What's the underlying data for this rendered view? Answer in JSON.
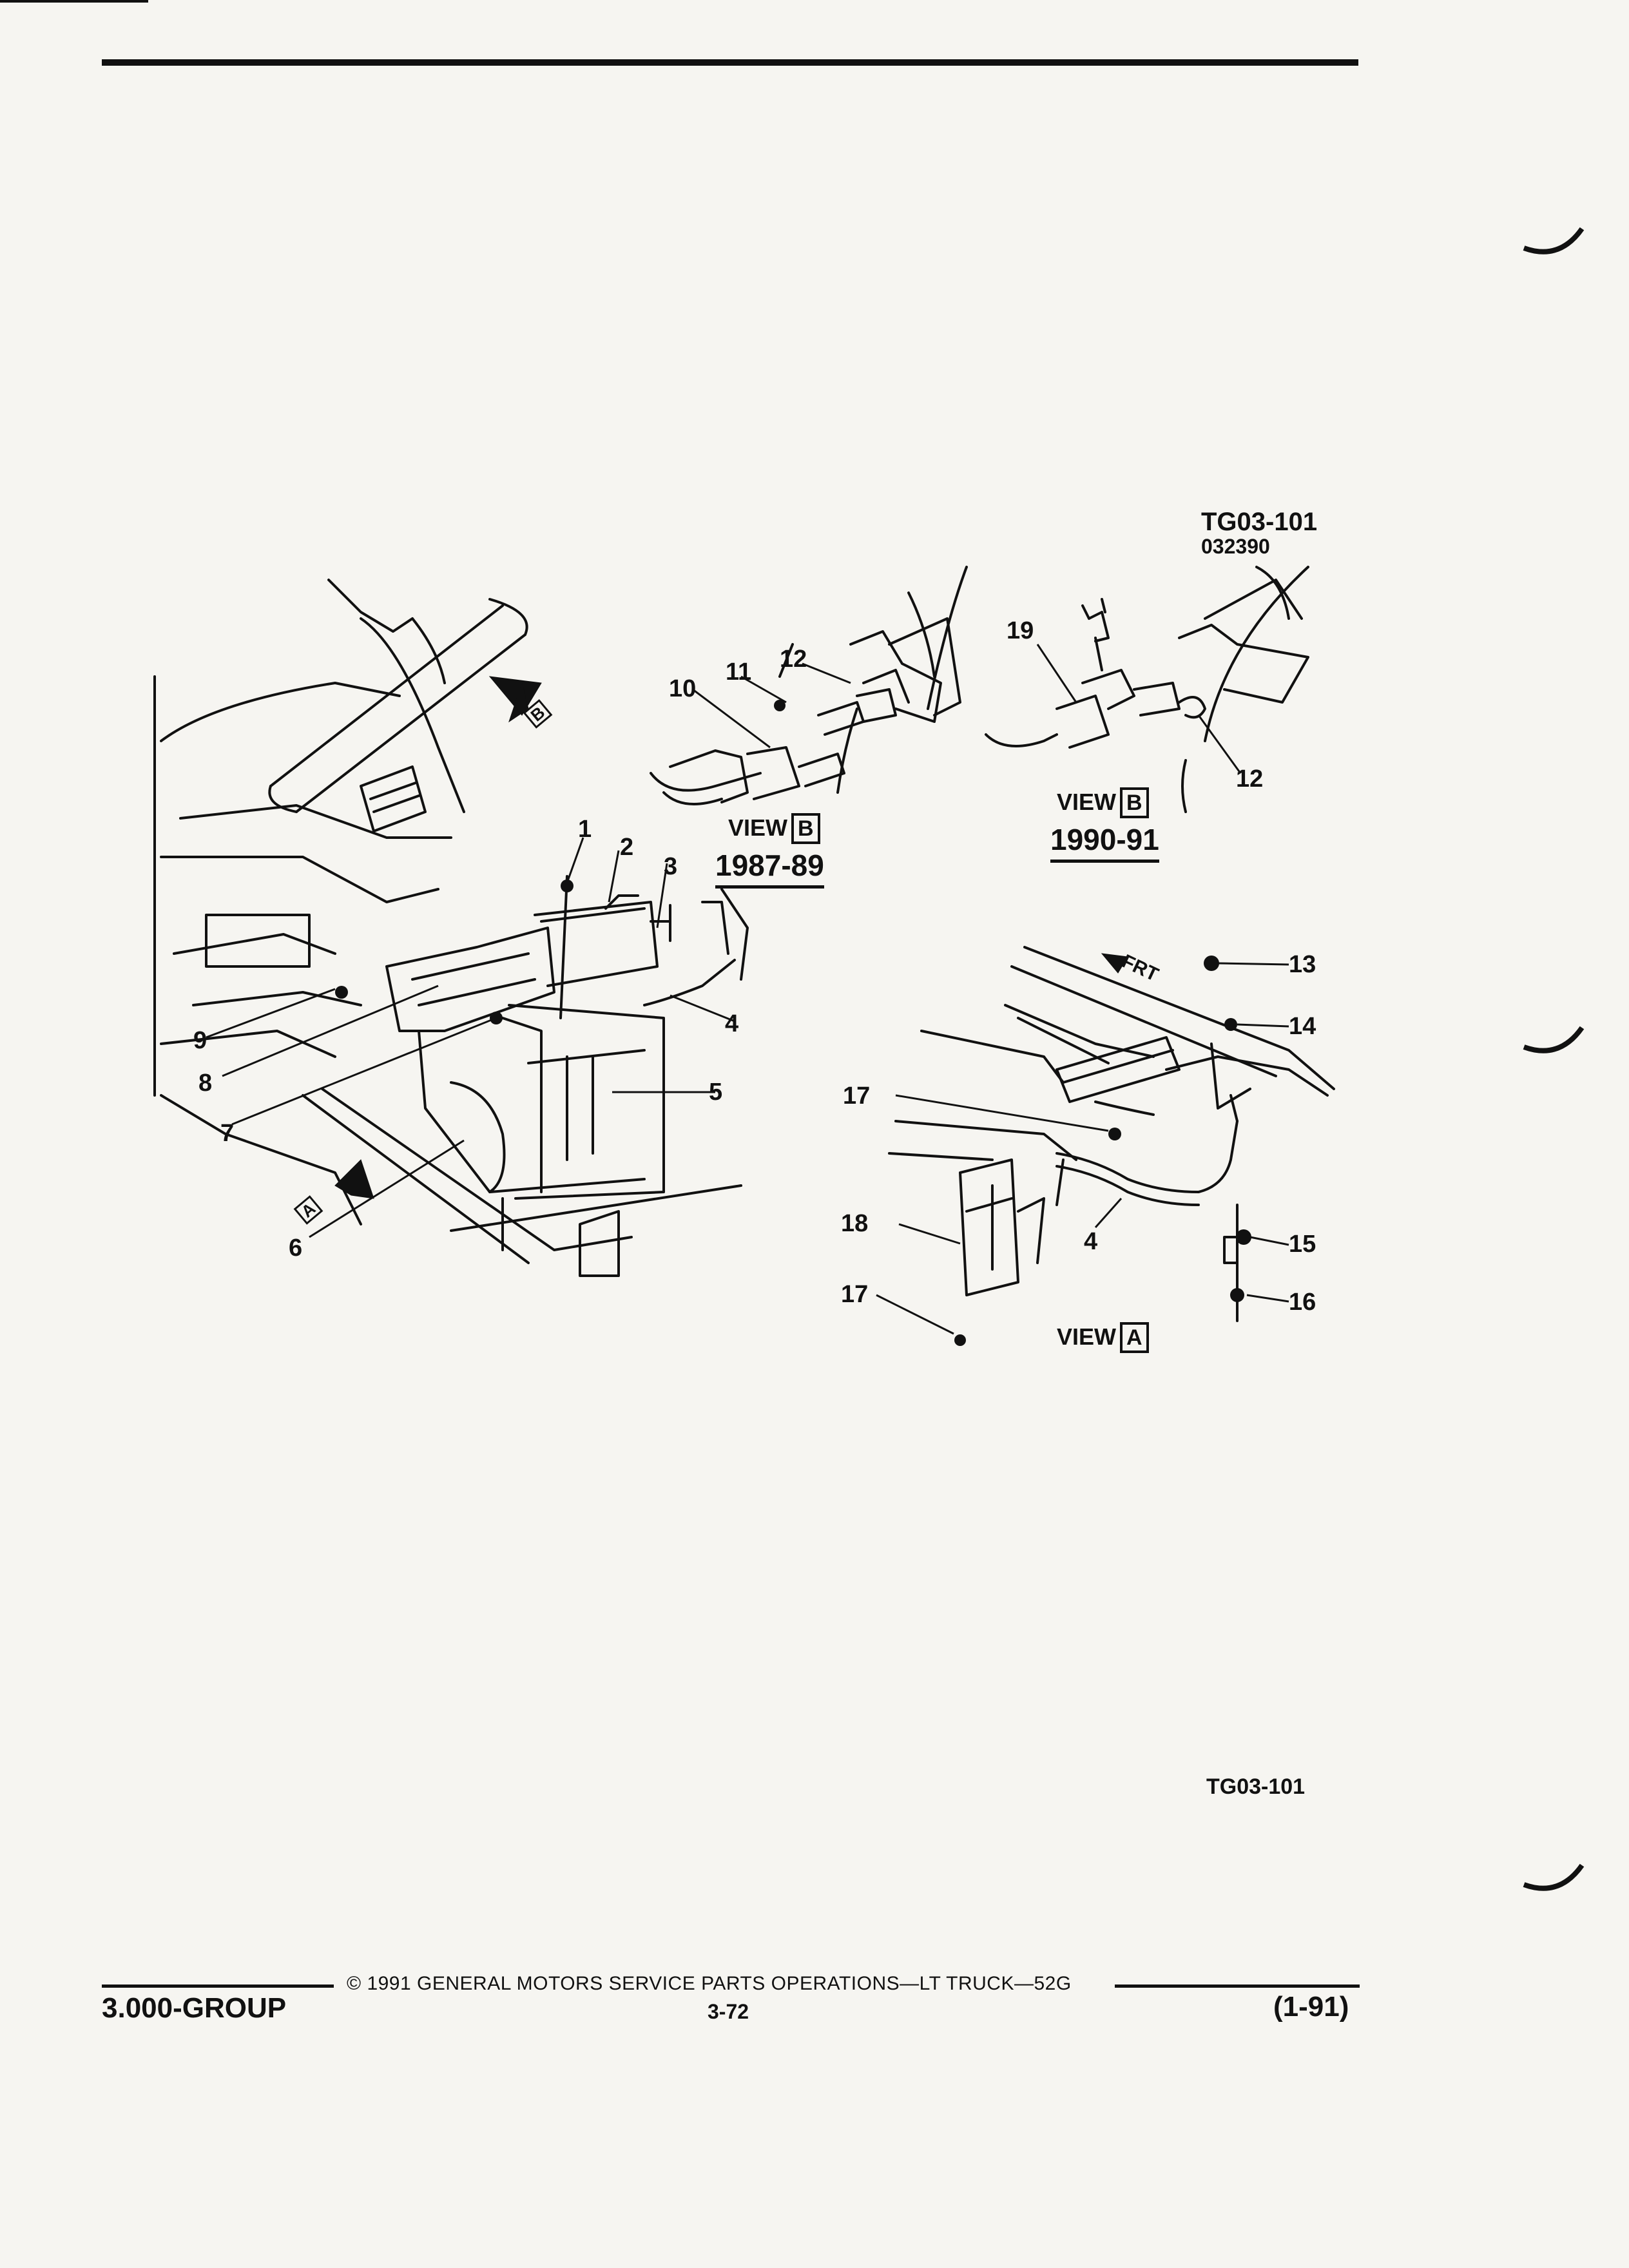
{
  "figure": {
    "code": "TG03-101",
    "date_code": "032390",
    "bottom_code": "TG03-101"
  },
  "views": {
    "view_b_1987": {
      "caption": "VIEW",
      "box": "B",
      "years": "1987-89"
    },
    "view_b_1990": {
      "caption": "VIEW",
      "box": "B",
      "years": "1990-91"
    },
    "view_a": {
      "caption": "VIEW",
      "box": "A"
    },
    "arrow_b_box": "B",
    "arrow_a_box": "A",
    "front_indicator": "FRT"
  },
  "callouts": {
    "c1": "1",
    "c2": "2",
    "c3": "3",
    "c4": "4",
    "c4b": "4",
    "c5": "5",
    "c6": "6",
    "c7": "7",
    "c8": "8",
    "c9": "9",
    "c10": "10",
    "c11": "11",
    "c12a": "12",
    "c12b": "12",
    "c13": "13",
    "c14": "14",
    "c15": "15",
    "c16": "16",
    "c17a": "17",
    "c17b": "17",
    "c18": "18",
    "c19": "19"
  },
  "footer": {
    "copyright": "© 1991 GENERAL MOTORS SERVICE PARTS OPERATIONS—LT TRUCK—52G",
    "group": "3.000-GROUP",
    "page": "3-72",
    "revision": "(1-91)"
  }
}
